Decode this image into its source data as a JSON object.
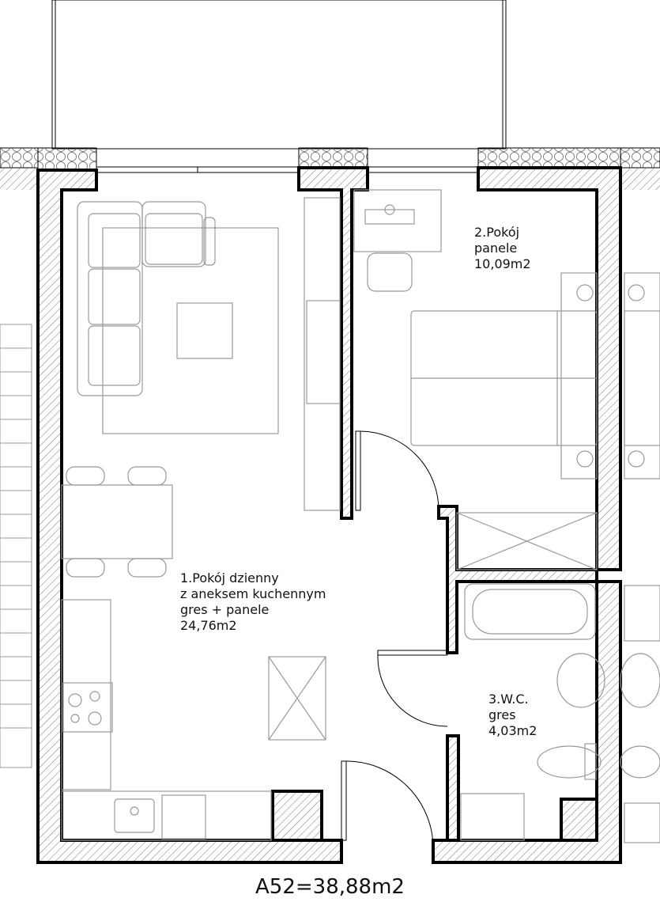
{
  "plan_title": "A52=38,88m2",
  "rooms": [
    {
      "lines": [
        "1.Pokój dzienny",
        "z aneksem kuchennym",
        "gres + panele",
        "24,76m2"
      ]
    },
    {
      "lines": [
        "2.Pokój",
        "panele",
        "10,09m2"
      ]
    },
    {
      "lines": [
        "3.W.C.",
        "gres",
        "4,03m2"
      ]
    }
  ]
}
